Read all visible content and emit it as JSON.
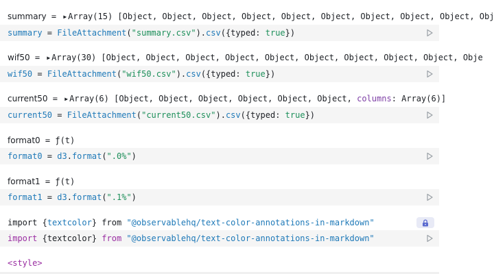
{
  "cells": {
    "summary": {
      "out_name": "summary",
      "out_eq": " = ",
      "out_value": "Array(15) [Object, Object, Object, Object, Object, Object, Object, Object, Object, Obj",
      "src_var": "summary",
      "src_eq": " = ",
      "src_fn": "FileAttachment",
      "src_open": "(",
      "src_str": "\"summary.csv\"",
      "src_close": ").",
      "src_method": "csv",
      "src_args_open": "({",
      "src_key": "typed",
      "src_colon": ": ",
      "src_bool": "true",
      "src_args_close": "})"
    },
    "wif50": {
      "out_name": "wif50",
      "out_eq": " = ",
      "out_value": "Array(30) [Object, Object, Object, Object, Object, Object, Object, Object, Object, Obje",
      "src_var": "wif50",
      "src_eq": " = ",
      "src_fn": "FileAttachment",
      "src_open": "(",
      "src_str": "\"wif50.csv\"",
      "src_close": ").",
      "src_method": "csv",
      "src_args_open": "({",
      "src_key": "typed",
      "src_colon": ": ",
      "src_bool": "true",
      "src_args_close": "})"
    },
    "current50": {
      "out_name": "current50",
      "out_eq": " = ",
      "out_value_a": "Array(6) [Object, Object, Object, Object, Object, Object, ",
      "out_value_key": "columns",
      "out_value_b": ": Array(6)]",
      "src_var": "current50",
      "src_eq": " = ",
      "src_fn": "FileAttachment",
      "src_open": "(",
      "src_str": "\"current50.csv\"",
      "src_close": ").",
      "src_method": "csv",
      "src_args_open": "({",
      "src_key": "typed",
      "src_colon": ": ",
      "src_bool": "true",
      "src_args_close": "})"
    },
    "format0": {
      "out_name": "format0",
      "out_eq": " = ",
      "out_value": "ƒ(t)",
      "src_var": "format0",
      "src_eq": " = ",
      "src_obj": "d3",
      "src_dot": ".",
      "src_method": "format",
      "src_open": "(",
      "src_str": "\".0%\"",
      "src_close": ")"
    },
    "format1": {
      "out_name": "format1",
      "out_eq": " = ",
      "out_value": "ƒ(t)",
      "src_var": "format1",
      "src_eq": " = ",
      "src_obj": "d3",
      "src_dot": ".",
      "src_method": "format",
      "src_open": "(",
      "src_str": "\".1%\"",
      "src_close": ")"
    },
    "import": {
      "out_import": "import ",
      "out_brace_open": "{",
      "out_name": "textcolor",
      "out_brace_close": "}",
      "out_from": " from ",
      "out_str": "\"@observablehq/text-color-annotations-in-markdown\"",
      "src_kw": "import",
      "src_brace_open": " {",
      "src_name": "textcolor",
      "src_brace_close": "} ",
      "src_from": "from",
      "src_str": " \"@observablehq/text-color-annotations-in-markdown\""
    },
    "style": {
      "out_tag": "<style>"
    }
  },
  "icons": {
    "run": "play-icon",
    "lock": "lock-icon",
    "expand": "triangle-right-icon"
  },
  "colors": {
    "variable": "#1e79b8",
    "string": "#1d8f5a",
    "keyword": "#9a2ea2",
    "source_bg": "#f5f5f5"
  }
}
